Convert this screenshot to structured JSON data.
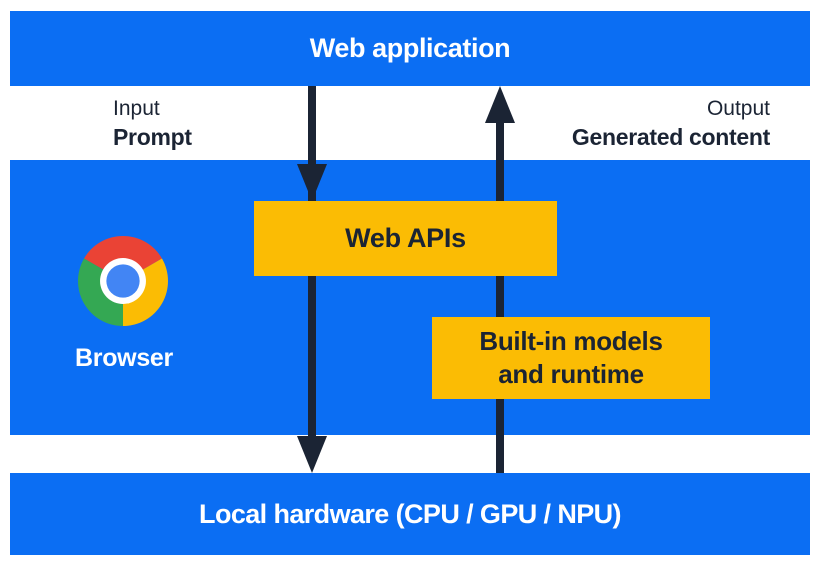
{
  "title": "Web application to local hardware architecture diagram",
  "colors": {
    "band_blue": "#0b6ef3",
    "box_yellow": "#fbbc04",
    "ink_navy": "#1b2434",
    "text_white": "#ffffff",
    "chrome_red": "#ea4335",
    "chrome_yellow": "#fbbc04",
    "chrome_green": "#34a853",
    "chrome_blue": "#4285f4"
  },
  "bands": {
    "web_application": {
      "label": "Web application"
    },
    "browser": {
      "label": "Browser"
    },
    "local_hardware": {
      "label": "Local hardware (CPU / GPU / NPU)"
    }
  },
  "flows": {
    "input": {
      "caption": "Input",
      "label": "Prompt",
      "direction": "down"
    },
    "output": {
      "caption": "Output",
      "label": "Generated content",
      "direction": "up"
    }
  },
  "boxes": {
    "web_apis": {
      "label": "Web APIs"
    },
    "builtin": {
      "lines": [
        "Built-in models",
        "and runtime"
      ]
    }
  },
  "icons": {
    "browser_logo": "chrome-logo"
  }
}
